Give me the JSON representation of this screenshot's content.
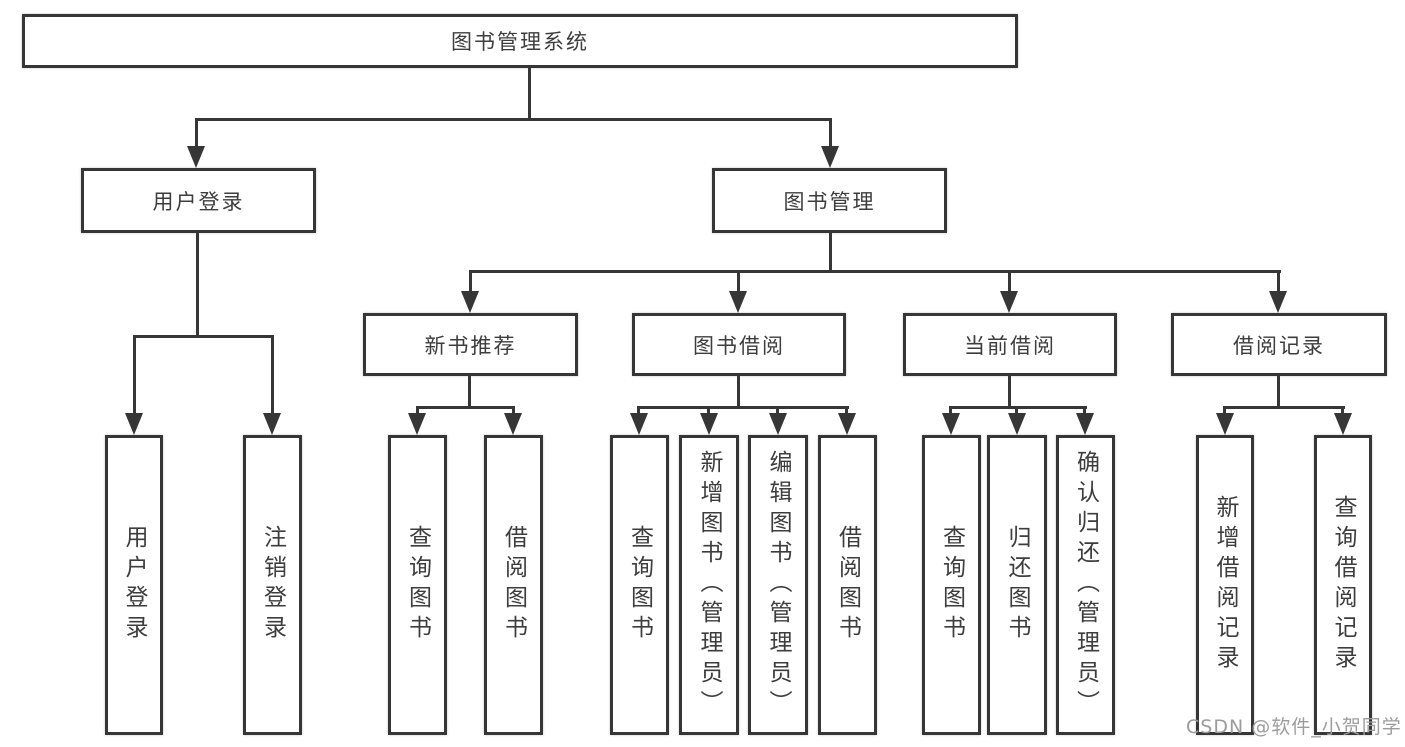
{
  "diagram": {
    "root_label": "图书管理系统",
    "user_login": {
      "label": "用户登录",
      "children": [
        "用户登录",
        "注销登录"
      ]
    },
    "book_management": {
      "label": "图书管理",
      "sections": {
        "new_book_recommend": {
          "label": "新书推荐",
          "children": [
            "查询图书",
            "借阅图书"
          ]
        },
        "book_borrowing": {
          "label": "图书借阅",
          "children": [
            "查询图书",
            "新增图书（管理员）",
            "编辑图书（管理员）",
            "借阅图书"
          ]
        },
        "current_borrowing": {
          "label": "当前借阅",
          "children": [
            "查询图书",
            "归还图书",
            "确认归还（管理员）"
          ]
        },
        "borrowing_records": {
          "label": "借阅记录",
          "children": [
            "新增借阅记录",
            "查询借阅记录"
          ]
        }
      }
    }
  },
  "watermark": "CSDN @软件_小贺同学",
  "colors": {
    "background": "#ffffff",
    "line": "#363636",
    "text": "#3d3d3d",
    "watermark": "#9c9c9c"
  }
}
